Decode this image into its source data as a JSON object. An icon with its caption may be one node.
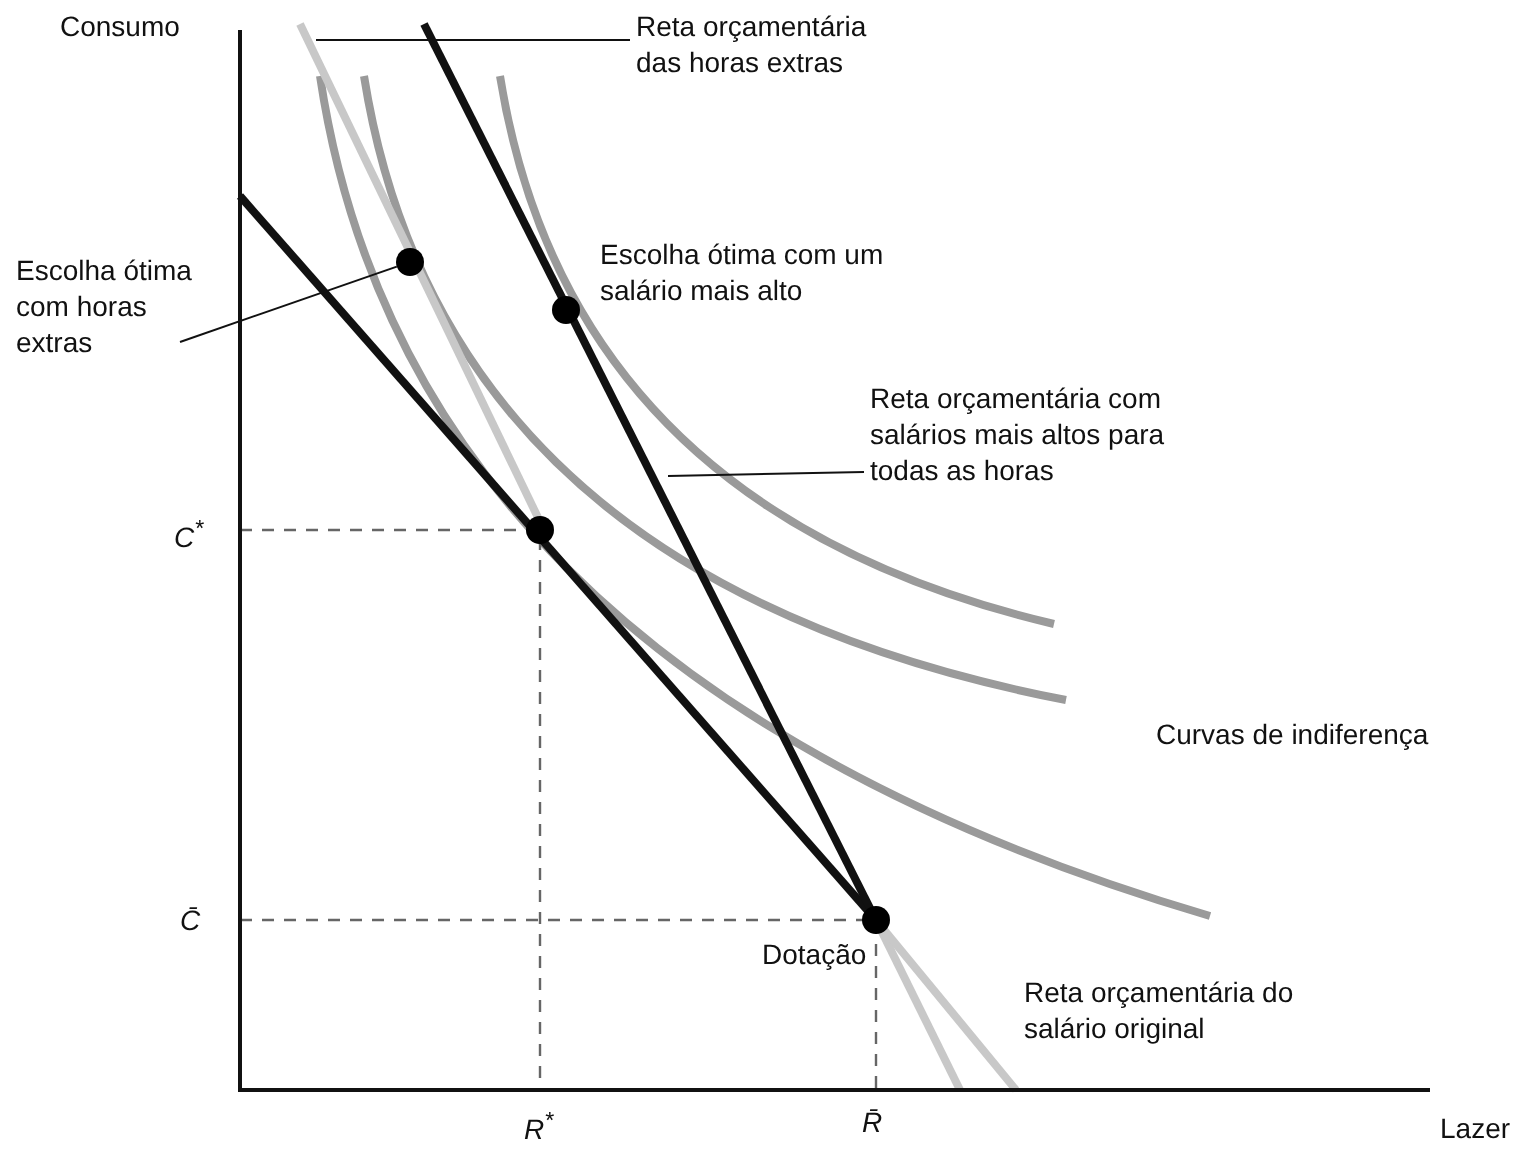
{
  "diagram": {
    "nodes": [
      {
        "text": [
          "Reta orçamentária das horas extras"
        ]
      },
      {
        "text": [
          "Escolha ótima com horas extras"
        ]
      },
      {
        "text": [],
        "shape": "circle"
      },
      {
        "text": [],
        "shape": "circle"
      },
      {
        "text": [
          "Reta orçamentária com salários mais altos para todas as horas"
        ]
      },
      {
        "text": [],
        "shape": "circle"
      },
      {
        "text": [],
        "shape": "circle"
      }
    ],
    "edges": [
      {
        "from": 0,
        "to": null,
        "arrow": "none"
      },
      {
        "from": 1,
        "to": 2,
        "arrow": "none"
      },
      {
        "from": 4,
        "to": null,
        "arrow": "none"
      }
    ],
    "labels": [
      "Consumo",
      "Escolha ótima com um salário mais alto",
      "C$^{*}$",
      "Curvas de indiferença",
      "C̄",
      "Dotação",
      "Reta orçamentária do salário original",
      "R$^{*}$",
      "R̄",
      "Lazer"
    ]
  }
}
